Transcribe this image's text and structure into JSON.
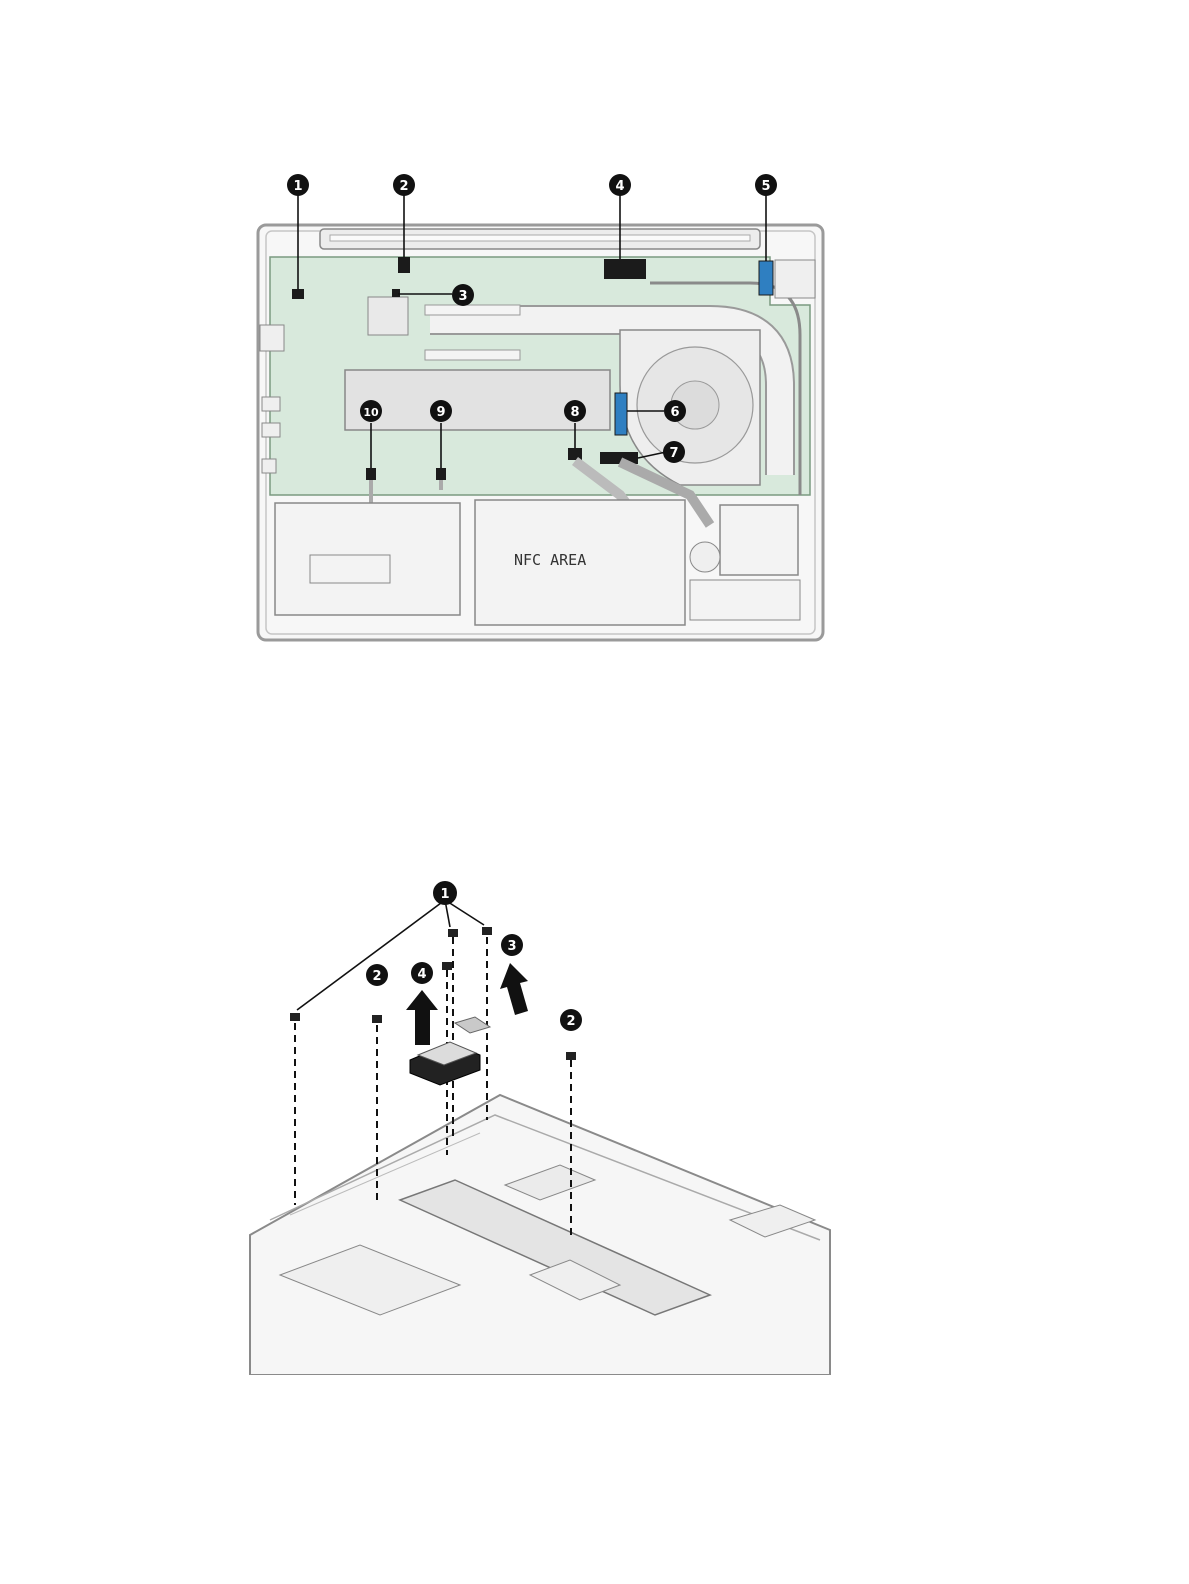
{
  "figure1": {
    "callouts": [
      "1",
      "2",
      "3",
      "4",
      "5",
      "6",
      "7",
      "8",
      "9",
      "10"
    ],
    "area_label": "NFC AREA"
  },
  "figure2": {
    "callouts": [
      "1",
      "2",
      "2",
      "3",
      "4"
    ]
  },
  "colors": {
    "board": "#d8e9dc",
    "chassis": "#9a9a9a",
    "callout": "#111111",
    "connector": "#1b1b1b",
    "cable_blue": "#2f7fc1",
    "heatsink": "#e8e8e8",
    "sheet_metal": "#d4d4d4"
  },
  "icons": [
    "callout-badge",
    "arrow-up-icon",
    "screw-icon",
    "leader-line"
  ]
}
